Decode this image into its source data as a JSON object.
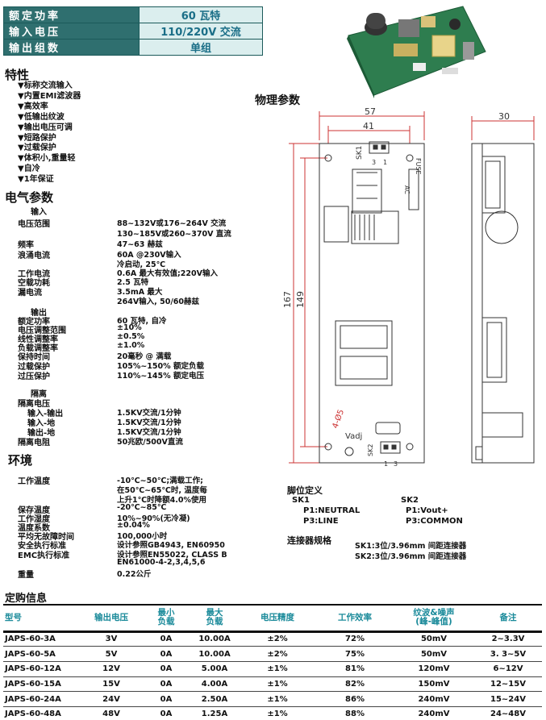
{
  "header": {
    "rows": [
      {
        "label": "额定功率",
        "value": "60 瓦特"
      },
      {
        "label": "输入电压",
        "value": "110/220V 交流"
      },
      {
        "label": "输出组数",
        "value": "单组"
      }
    ]
  },
  "features": {
    "title": "特性",
    "items": [
      "▼标称交流输入",
      "▼内置EMI滤波器",
      "▼高效率",
      "▼低输出纹波",
      "▼输出电压可调",
      "▼短路保护",
      "▼过载保护",
      "▼体积小,重量轻",
      "▼自冷",
      "▼1年保证"
    ]
  },
  "electrical": {
    "title": "电气参数",
    "input_title": "输入",
    "input": [
      {
        "label": "电压范围",
        "value": "88~132V或176~264V 交流"
      },
      {
        "label": "",
        "value": "130~185V或260~370V 直流"
      },
      {
        "label": "频率",
        "value": "47~63 赫兹"
      },
      {
        "label": "浪涌电流",
        "value": "60A @230V输入"
      },
      {
        "label": "",
        "value": "冷启动, 25℃"
      },
      {
        "label": "工作电流",
        "value": "0.6A 最大有效值;220V输入"
      },
      {
        "label": "空载功耗",
        "value": "2.5 瓦特"
      },
      {
        "label": "漏电流",
        "value": "3.5mA 最大"
      },
      {
        "label": "",
        "value": "264V输入, 50/60赫兹"
      }
    ],
    "output_title": "输出",
    "output": [
      {
        "label": "额定功率",
        "value": "60 瓦特, 自冷"
      },
      {
        "label": "电压调整范围",
        "value": "±10%"
      },
      {
        "label": "线性调整率",
        "value": "±0.5%"
      },
      {
        "label": "负载调整率",
        "value": "±1.0%"
      },
      {
        "label": "保持时间",
        "value": "20毫秒 @ 满载"
      },
      {
        "label": "过载保护",
        "value": "105%~150% 额定负载"
      },
      {
        "label": "过压保护",
        "value": "110%~145% 额定电压"
      }
    ],
    "isolation_title": "隔离",
    "isolation": [
      {
        "label": "隔离电压",
        "value": ""
      },
      {
        "label": "   输入-输出",
        "value": "1.5KV交流/1分钟"
      },
      {
        "label": "   输入-地",
        "value": "1.5KV交流/1分钟"
      },
      {
        "label": "   输出-地",
        "value": "1.5KV交流/1分钟"
      },
      {
        "label": "隔离电阻",
        "value": "50兆欧/500V直流"
      }
    ]
  },
  "environment": {
    "title": "环境",
    "rows": [
      {
        "label": "工作温度",
        "value": "-10℃~50℃;满载工作;"
      },
      {
        "label": "",
        "value": "在50℃~65℃时, 温度每"
      },
      {
        "label": "",
        "value": "上升1℃时降额4.0%使用"
      },
      {
        "label": "保存温度",
        "value": "-20℃~85℃"
      },
      {
        "label": "工作湿度",
        "value": "10%~90%(无冷凝)"
      },
      {
        "label": "温度系数",
        "value": "±0.04%"
      },
      {
        "label": "平均无故障时间",
        "value": "100,000小时"
      },
      {
        "label": "安全执行标准",
        "value": "设计参照GB4943, EN60950"
      },
      {
        "label": "EMC执行标准",
        "value": "设计参照EN55022, CLASS B"
      },
      {
        "label": "",
        "value": "EN61000-4-2,3,4,5,6"
      },
      {
        "label": "重量",
        "value": "0.22公斤"
      }
    ]
  },
  "physical": {
    "title": "物理参数",
    "dim_57": "57",
    "dim_41": "41",
    "dim_30": "30",
    "dim_167": "167",
    "dim_149": "149",
    "sk1": "SK1",
    "sk2": "SK2",
    "ac": "AC",
    "fuse": "FUSE",
    "vadj": "Vadj",
    "hole": "4-Ø5",
    "pin3": "3",
    "pin1": "1",
    "pin1b": "1",
    "pin3b": "3"
  },
  "pins": {
    "title": "脚位定义",
    "sk1": "SK1",
    "sk1_p1": "P1:NEUTRAL",
    "sk1_p3": "P3:LINE",
    "sk2": "SK2",
    "sk2_p1": "P1:Vout+",
    "sk2_p3": "P3:COMMON",
    "conn_title": "连接器规格",
    "conn_1": "SK1:3位/3.96mm 间距连接器",
    "conn_2": "SK2:3位/3.96mm 间距连接器"
  },
  "order": {
    "title": "定购信息",
    "headers": [
      "型号",
      "输出电压",
      "最小\n负载",
      "最大\n负载",
      "电压精度",
      "工作效率",
      "纹波&噪声\n(峰-峰值)",
      "备注"
    ],
    "rows": [
      [
        "JAPS-60-3A",
        "3V",
        "0A",
        "10.00A",
        "±2%",
        "72%",
        "50mV",
        "2~3.3V"
      ],
      [
        "JAPS-60-5A",
        "5V",
        "0A",
        "10.00A",
        "±2%",
        "75%",
        "50mV",
        "3. 3~5V"
      ],
      [
        "JAPS-60-12A",
        "12V",
        "0A",
        "5.00A",
        "±1%",
        "81%",
        "120mV",
        "6~12V"
      ],
      [
        "JAPS-60-15A",
        "15V",
        "0A",
        "4.00A",
        "±1%",
        "82%",
        "150mV",
        "12~15V"
      ],
      [
        "JAPS-60-24A",
        "24V",
        "0A",
        "2.50A",
        "±1%",
        "86%",
        "240mV",
        "15~24V"
      ],
      [
        "JAPS-60-48A",
        "48V",
        "0A",
        "1.25A",
        "±1%",
        "88%",
        "240mV",
        "24~48V"
      ]
    ]
  }
}
